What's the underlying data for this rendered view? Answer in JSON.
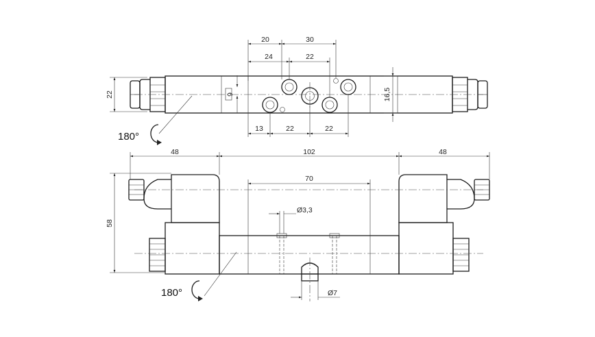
{
  "top_view": {
    "dims": {
      "d20": "20",
      "d30": "30",
      "d24": "24",
      "d22a": "22",
      "d9": "9",
      "d16_5": "16,5",
      "d22_height": "22",
      "d13": "13",
      "d22b": "22",
      "d22c": "22"
    },
    "rotation": {
      "angle": "180°"
    }
  },
  "front_view": {
    "dims": {
      "d48_left": "48",
      "d102": "102",
      "d48_right": "48",
      "d70": "70",
      "d58": "58",
      "hole_dia": "Ø3,3",
      "pin_dia": "Ø7"
    },
    "rotation": {
      "angle": "180°"
    }
  }
}
